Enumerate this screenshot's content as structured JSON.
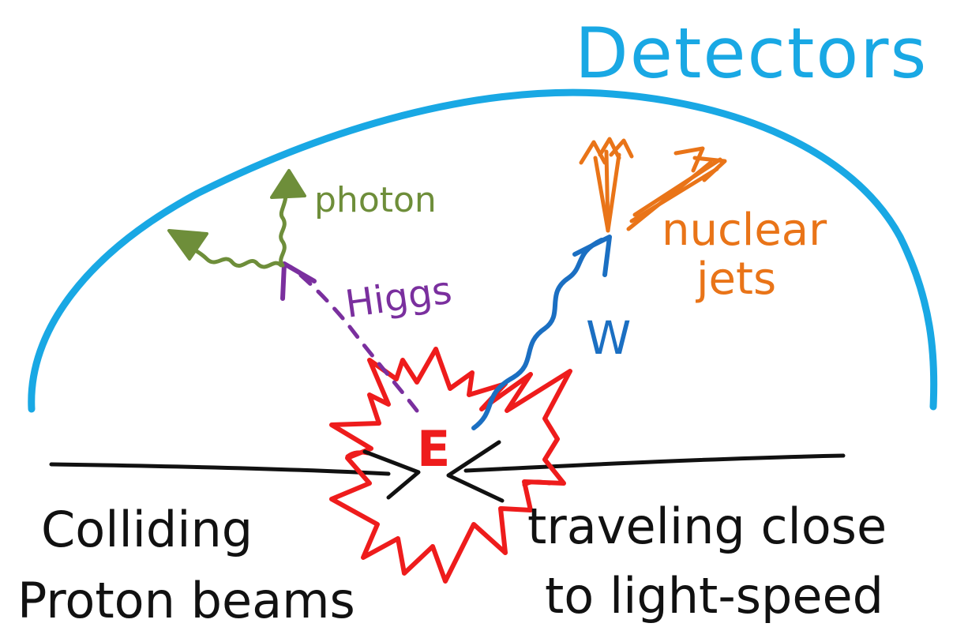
{
  "labels": {
    "detectors": "Detectors",
    "photon": "photon",
    "higgs": "Higgs",
    "w": "W",
    "nuclear": "nuclear",
    "jets": "jets",
    "energy": "E",
    "colliding": "Colliding",
    "proton_beams": "Proton beams",
    "traveling_close": "traveling close",
    "to_light_speed": "to light-speed"
  },
  "colors": {
    "detector": "#19a8e4",
    "photon": "#6e8e3a",
    "higgs": "#7a2f9e",
    "w_boson": "#1b6fc2",
    "jets": "#e97418",
    "explosion": "#ee1c1c",
    "beam": "#111111"
  },
  "icons": {
    "explosion": "starburst",
    "photon_path": "wavy-arrow",
    "w_path": "wavy-arrow",
    "higgs_path": "dashed-arrow",
    "jets": "triple-arrows"
  }
}
